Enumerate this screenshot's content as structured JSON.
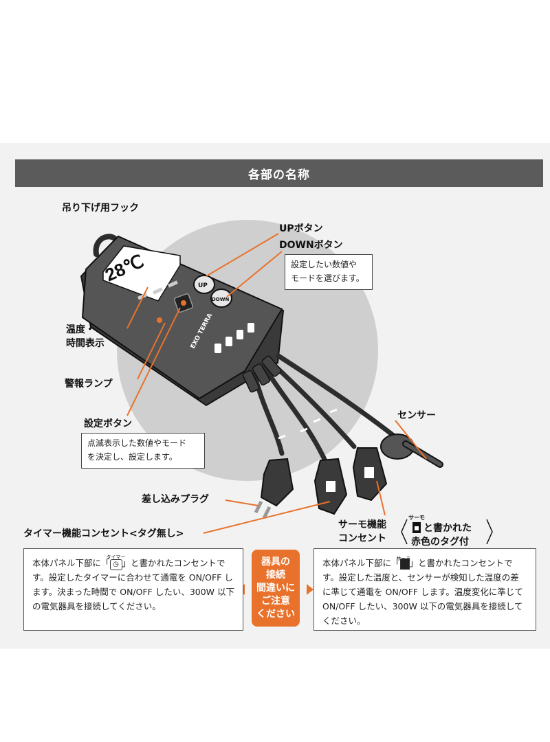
{
  "header": {
    "title": "各部の名称"
  },
  "labels": {
    "hook": "吊り下げ用フック",
    "up_button": "UPボタン",
    "down_button": "DOWNボタン",
    "temp_time": "温度・\n時間表示",
    "alarm_lamp": "警報ランプ",
    "set_button": "設定ボタン",
    "sensor": "センサー",
    "plug": "差し込みプラグ",
    "timer_outlet": "タイマー機能コンセント<タグ無し>",
    "thermo_outlet": "サーモ機能\nコンセント",
    "thermo_tag_line1": "と書かれた",
    "thermo_tag_line2": "赤色のタグ付",
    "thermo_tag_mark": "サーモ"
  },
  "callouts": {
    "updown_desc": "設定したい数値や\nモードを選びます。",
    "set_desc": "点滅表示した数値やモード\nを決定し、設定します。"
  },
  "device": {
    "display_value": "28℃",
    "brand_text": "EXO TERRA",
    "btn_up": "UP",
    "btn_down": "DOWN"
  },
  "notes": {
    "timer": {
      "tag_mark": "タイマー",
      "part1": "本体パネル下部に「",
      "part2": "」と書かれたコンセントです。設定したタイマーに合わせて通電を ON/OFF します。決まった時間で ON/OFF したい、300W 以下の電気器具を接続してください。"
    },
    "thermo": {
      "tag_mark": "サーモ",
      "part1": "本体パネル下部に「",
      "part2": "」と書かれたコンセントです。設定した温度と、センサーが検知した温度の差に準じて通電を ON/OFF します。温度変化に準じて ON/OFF したい、300W 以下の電気器具を接続してください。"
    }
  },
  "warning": {
    "lines": [
      "器具の",
      "接続",
      "間違いに",
      "ご注意",
      "ください"
    ]
  },
  "colors": {
    "accent": "#e8722c",
    "header_bg": "#5b5b5b",
    "panel_bg": "#f2f2f2"
  }
}
